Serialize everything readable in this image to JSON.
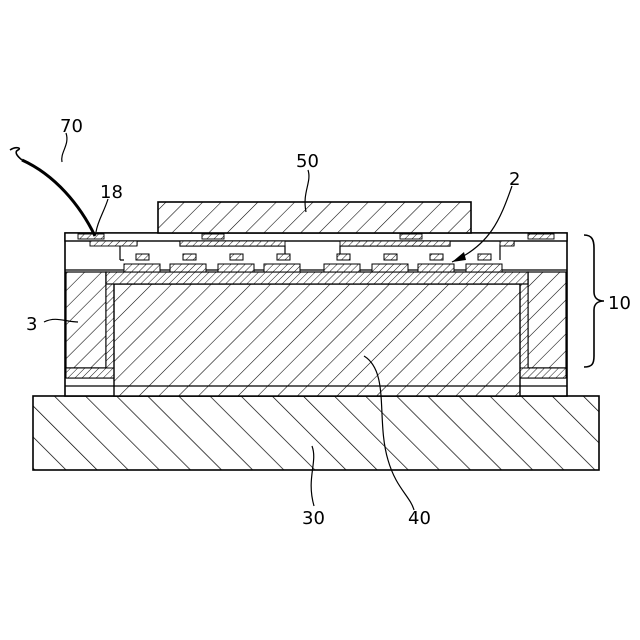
{
  "figure": {
    "labels": {
      "wire": "70",
      "pad": "18",
      "chip": "50",
      "element": "2",
      "fill_part": "3",
      "device": "10",
      "core": "40",
      "base": "30"
    }
  }
}
